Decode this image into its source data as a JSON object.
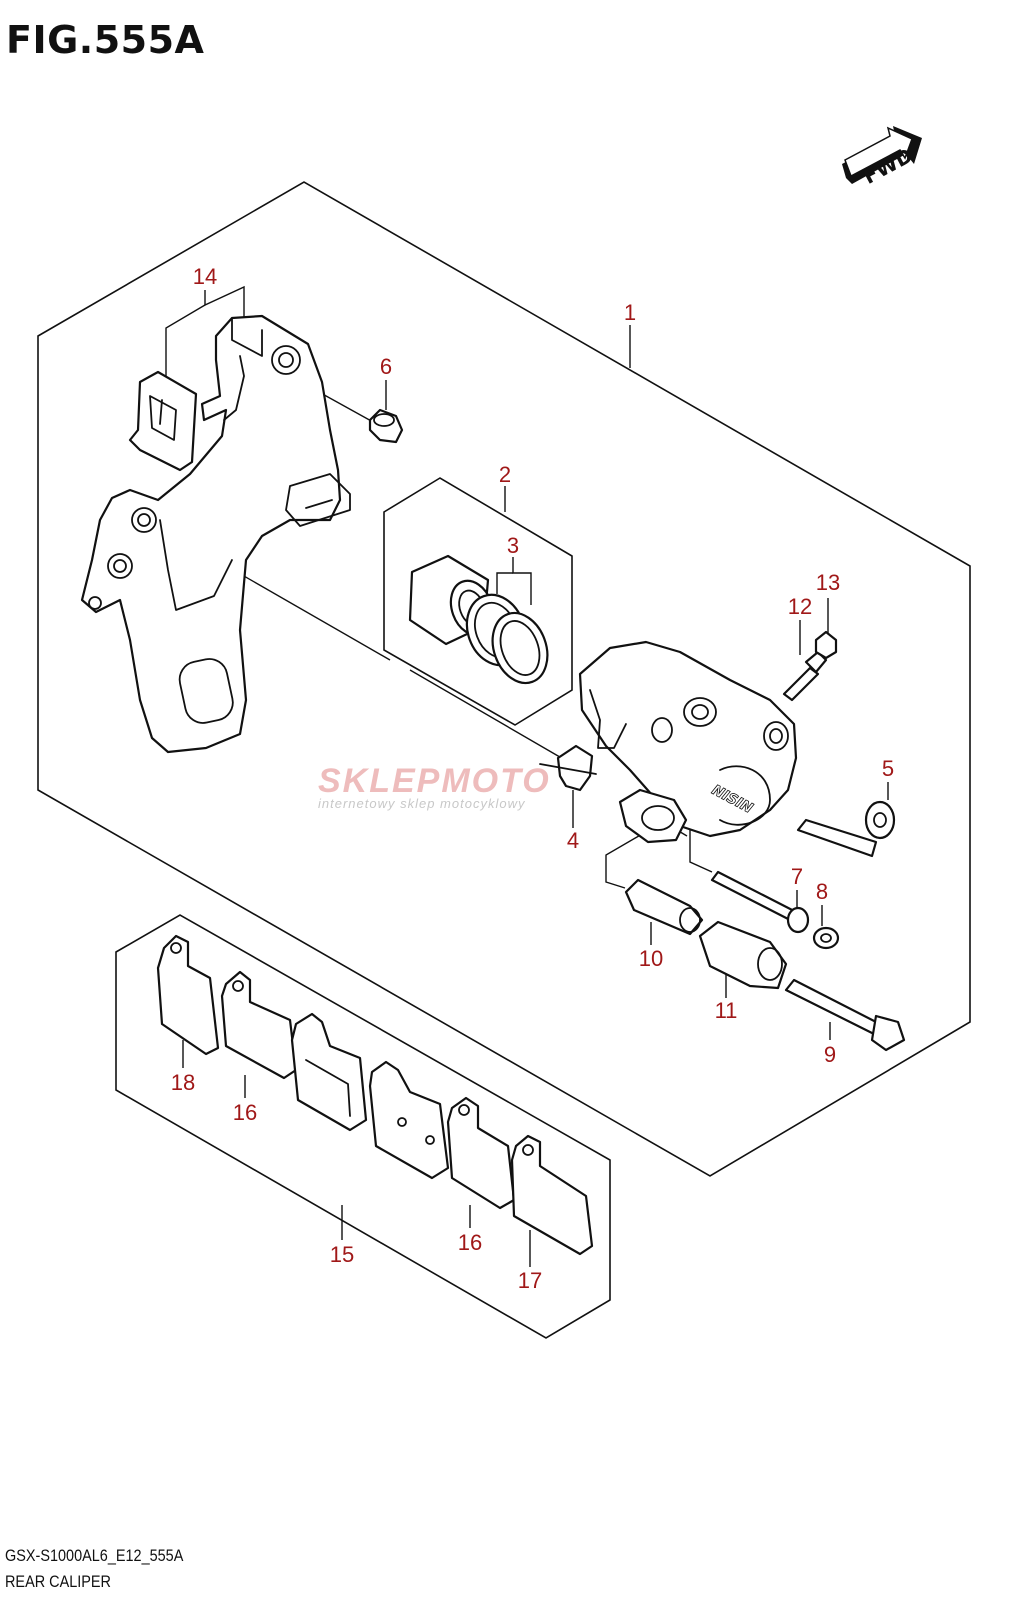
{
  "figure": {
    "title": "FIG.555A"
  },
  "fwd_label": "FWD",
  "watermark": {
    "brand": "SKLEPMOTO",
    "tagline": "internetowy sklep motocyklowy"
  },
  "callouts": [
    "1",
    "2",
    "3",
    "4",
    "5",
    "6",
    "7",
    "8",
    "9",
    "10",
    "11",
    "12",
    "13",
    "14",
    "15",
    "16",
    "16",
    "17",
    "18"
  ],
  "footer": {
    "model_code": "GSX-S1000AL6_E12_555A",
    "section_name": "REAR CALIPER"
  },
  "colors": {
    "callout": "#a01818",
    "watermark": "#e7a0a0"
  }
}
